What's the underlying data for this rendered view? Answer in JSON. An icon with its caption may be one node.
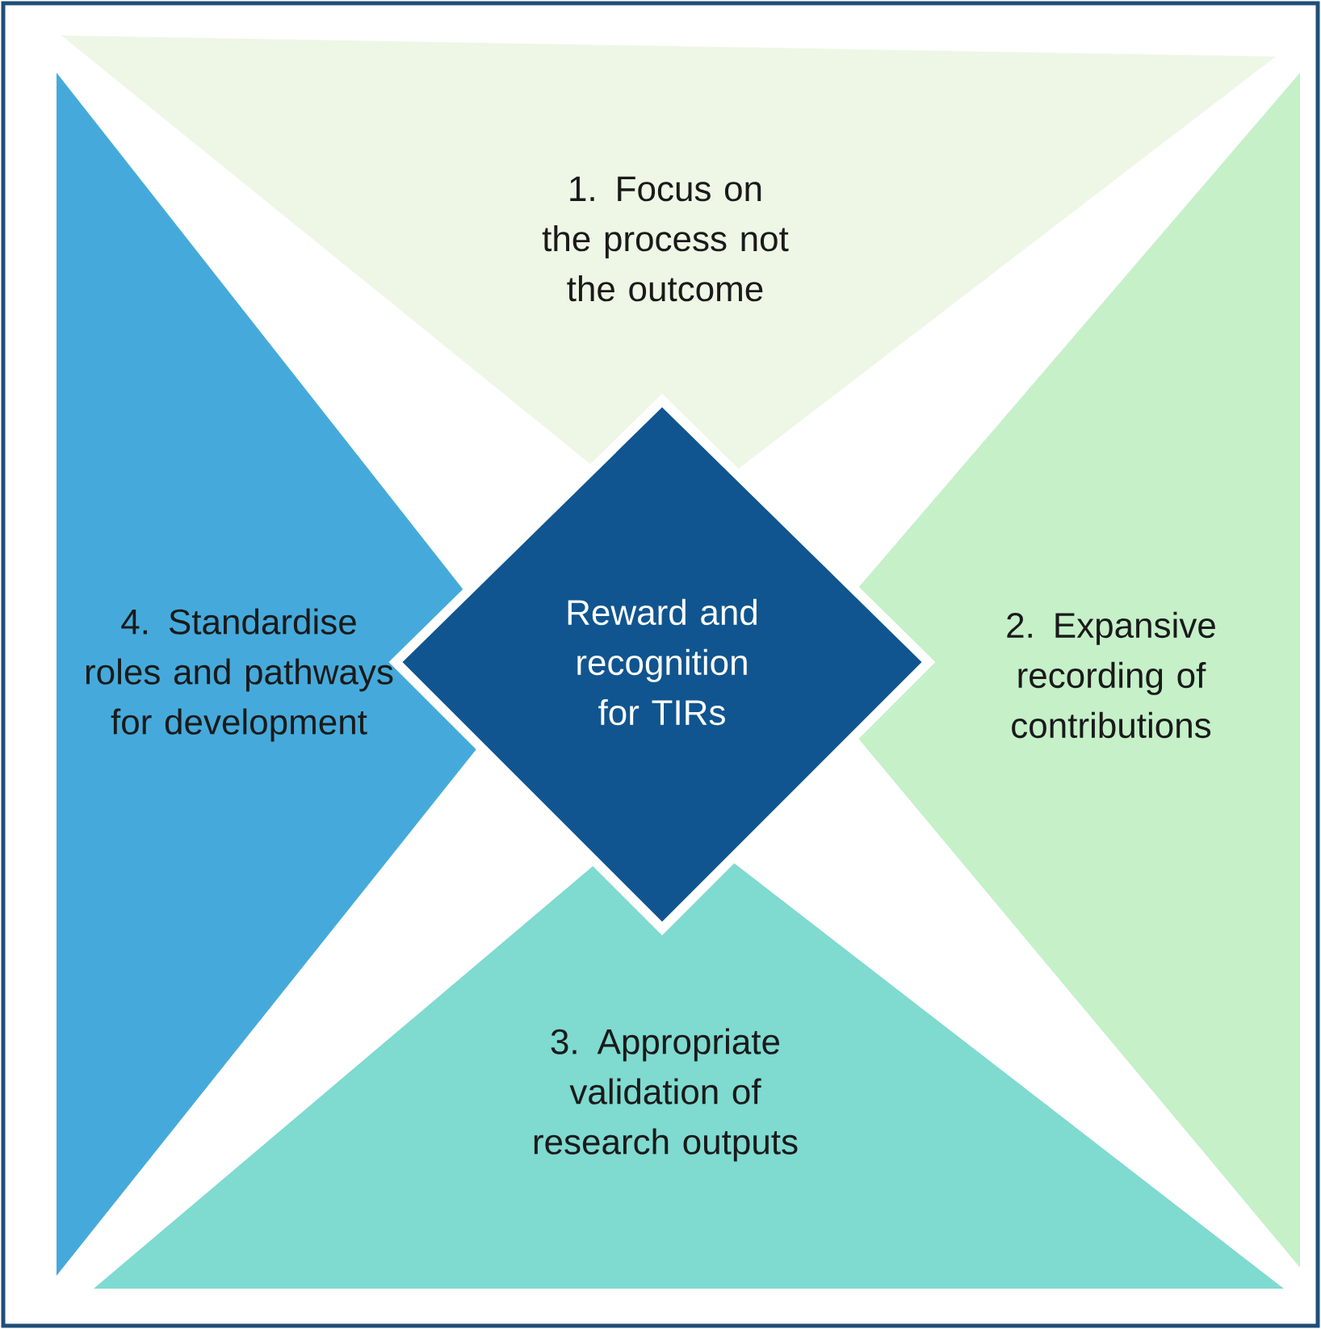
{
  "diagram": {
    "nodes": [
      {
        "text": [
          "1. Focus on the process not the outcome"
        ]
      },
      {
        "text": [
          "4. Standardise roles and pathways for development"
        ]
      },
      {
        "text": [
          "Reward and recognition for TIRs"
        ]
      },
      {
        "text": [
          "2. Expansive recording of contributions"
        ]
      },
      {
        "text": [
          "3. Appropriate validation of research outputs"
        ]
      }
    ]
  }
}
